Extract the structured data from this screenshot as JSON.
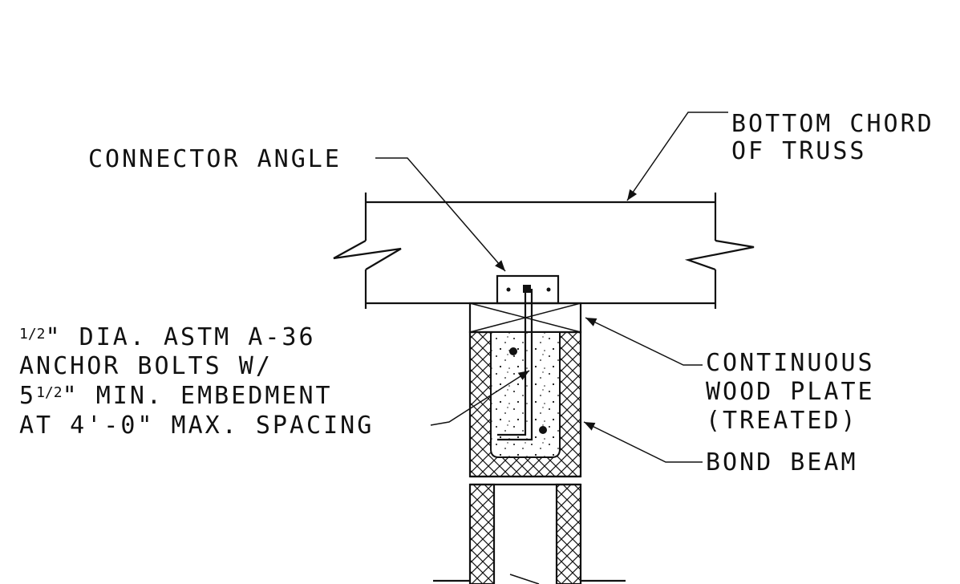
{
  "labels": {
    "bottom_chord_line1": "BOTTOM CHORD",
    "bottom_chord_line2": "OF TRUSS",
    "connector_angle": "CONNECTOR ANGLE",
    "anchor_frac": "1/2",
    "anchor_line1_rest": "\" DIA. ASTM A-36",
    "anchor_line2": "ANCHOR BOLTS W/",
    "anchor_line3_pre": "5",
    "anchor_line3_frac": "1/2",
    "anchor_line3_rest": "\" MIN. EMBEDMENT",
    "anchor_line4": "AT 4'-0\" MAX. SPACING",
    "wood_plate_line1": "CONTINUOUS",
    "wood_plate_line2": "WOOD PLATE",
    "wood_plate_line3": "(TREATED)",
    "bond_beam": "BOND BEAM"
  },
  "colors": {
    "ink": "#111111",
    "paper": "#ffffff"
  }
}
